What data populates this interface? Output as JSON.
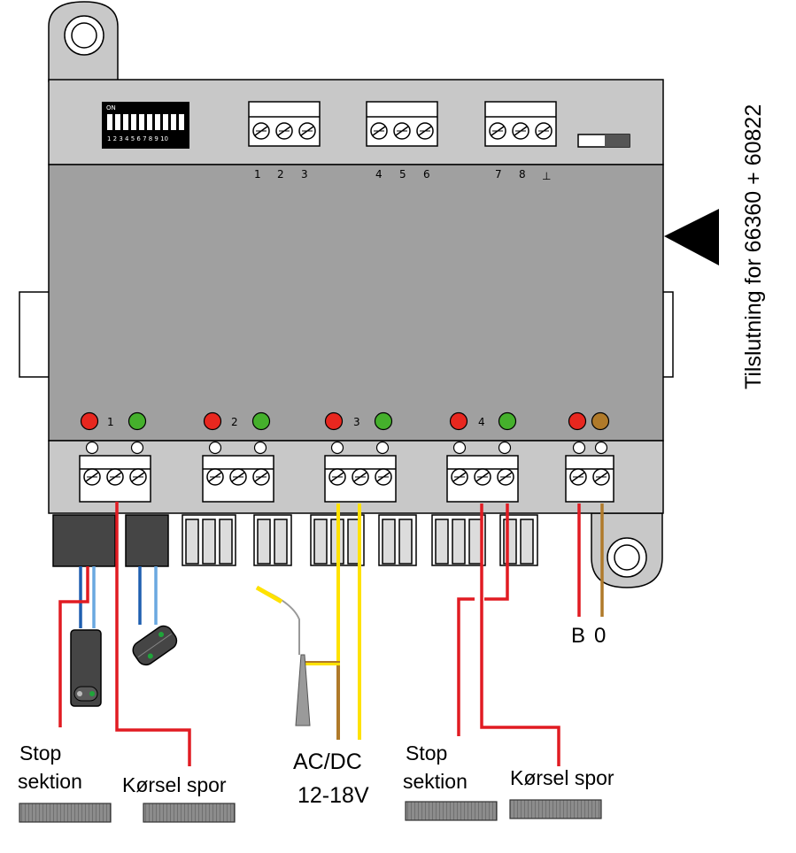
{
  "side_title": "Tilslutning for 66360 + 60822",
  "dip_switch": {
    "on_label": "ON",
    "numbers": "1 2 3 4 5 6 7 8 9 10"
  },
  "top_terminals": [
    {
      "numbers": [
        "1",
        "2",
        "3"
      ]
    },
    {
      "numbers": [
        "4",
        "5",
        "6"
      ]
    },
    {
      "numbers": [
        "7",
        "8",
        "⊥"
      ]
    }
  ],
  "channels": [
    {
      "number": "1",
      "led_colors": [
        "#e8271f",
        "#45b02c"
      ]
    },
    {
      "number": "2",
      "led_colors": [
        "#e8271f",
        "#45b02c"
      ]
    },
    {
      "number": "3",
      "led_colors": [
        "#e8271f",
        "#45b02c"
      ]
    },
    {
      "number": "4",
      "led_colors": [
        "#e8271f",
        "#45b02c"
      ]
    }
  ],
  "power_leds": [
    "#e8271f",
    "#b07a2a"
  ],
  "power_terminal_labels": {
    "b": "B",
    "zero": "0"
  },
  "bottom_labels": {
    "stop_1": "Stop",
    "sektion_1": "sektion",
    "korsel_1": "Kørsel spor",
    "acdc": "AC/DC",
    "voltage": "12-18V",
    "stop_2": "Stop",
    "sektion_2": "sektion",
    "korsel_2": "Kørsel spor"
  },
  "colors": {
    "housing": "#c8c8c8",
    "panel": "#a0a0a0",
    "wire_red": "#e11b22",
    "wire_yellow": "#ffe200",
    "wire_brown": "#b07a2a",
    "wire_blue_dark": "#1f5fb0",
    "wire_blue_light": "#6aa8e0"
  }
}
